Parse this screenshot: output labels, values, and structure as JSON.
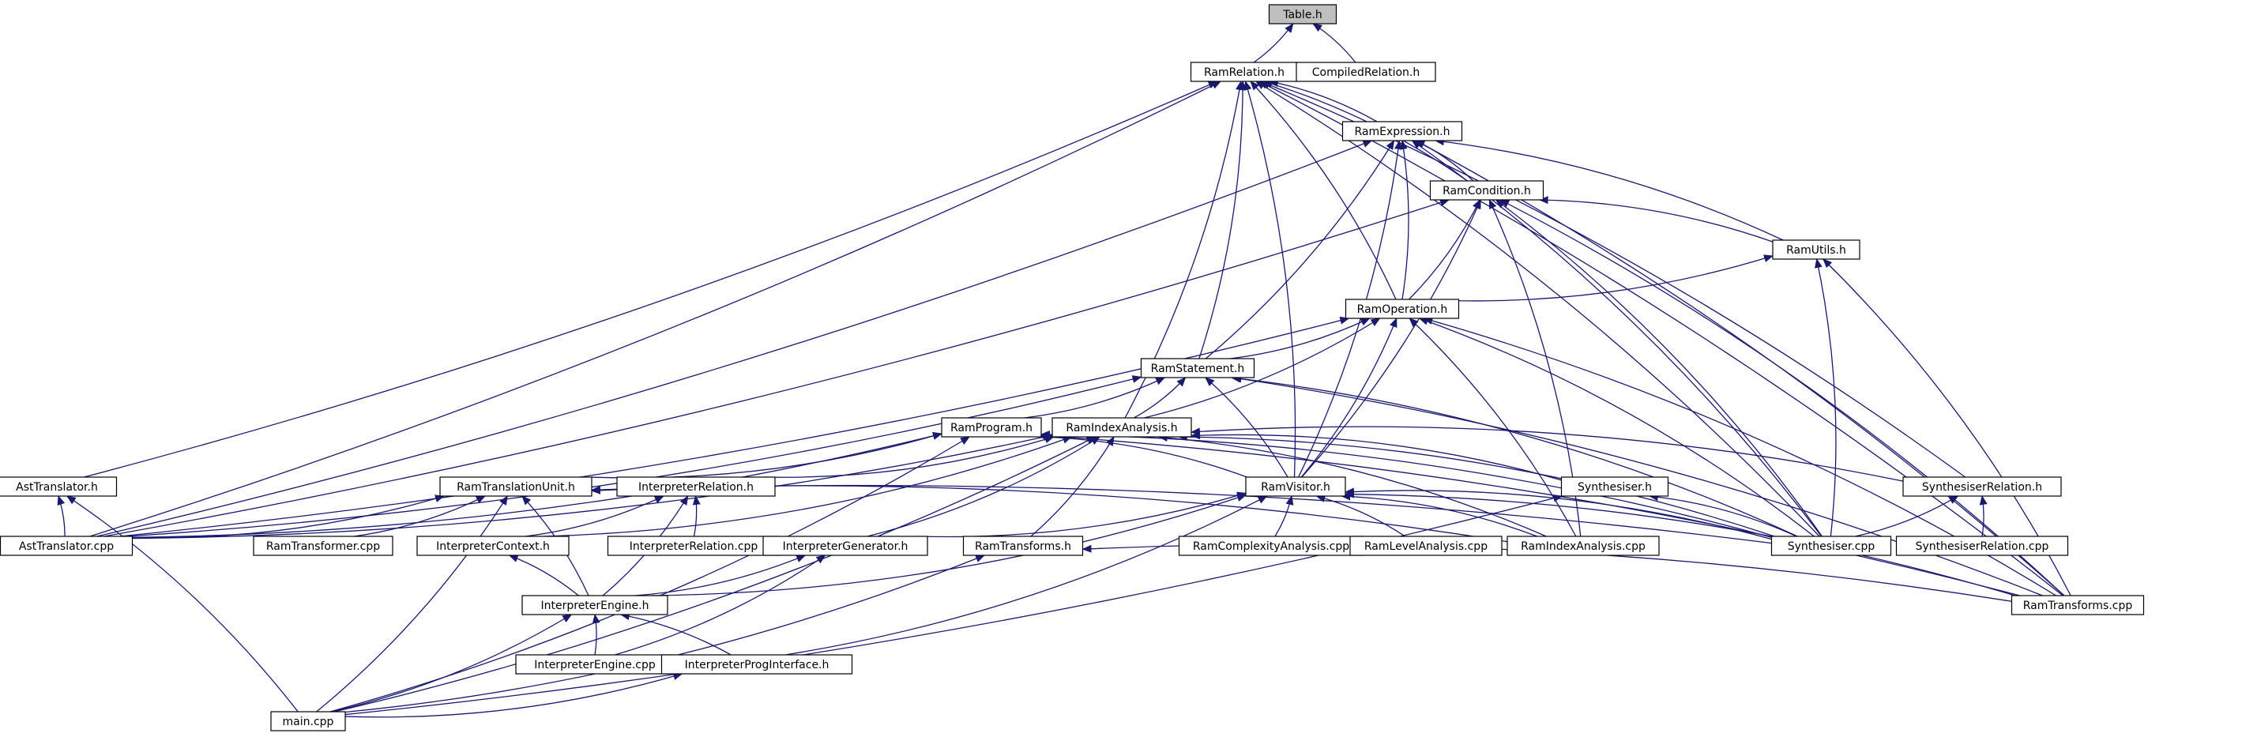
{
  "graph": {
    "style": {
      "edge_color": "#191970",
      "root_fill": "#bfbfbf",
      "node_fill": "#ffffff",
      "node_border": "#000000"
    },
    "nodes": [
      {
        "id": "table_h",
        "label": "Table.h",
        "root": true
      },
      {
        "id": "ramrelation_h",
        "label": "RamRelation.h"
      },
      {
        "id": "compiledrelation_h",
        "label": "CompiledRelation.h"
      },
      {
        "id": "ramexpression_h",
        "label": "RamExpression.h"
      },
      {
        "id": "ramcondition_h",
        "label": "RamCondition.h"
      },
      {
        "id": "ramutils_h",
        "label": "RamUtils.h"
      },
      {
        "id": "ramoperation_h",
        "label": "RamOperation.h"
      },
      {
        "id": "ramstatement_h",
        "label": "RamStatement.h"
      },
      {
        "id": "ramprogram_h",
        "label": "RamProgram.h"
      },
      {
        "id": "ramindexanalysis_h",
        "label": "RamIndexAnalysis.h"
      },
      {
        "id": "asttranslator_h",
        "label": "AstTranslator.h"
      },
      {
        "id": "ramtranslationunit_h",
        "label": "RamTranslationUnit.h"
      },
      {
        "id": "interpreterrelation_h",
        "label": "InterpreterRelation.h"
      },
      {
        "id": "ramvisitor_h",
        "label": "RamVisitor.h"
      },
      {
        "id": "synthesiser_h",
        "label": "Synthesiser.h"
      },
      {
        "id": "synthesiserrelation_h",
        "label": "SynthesiserRelation.h"
      },
      {
        "id": "asttranslator_cpp",
        "label": "AstTranslator.cpp"
      },
      {
        "id": "ramtransformer_cpp",
        "label": "RamTransformer.cpp"
      },
      {
        "id": "interpretercontext_h",
        "label": "InterpreterContext.h"
      },
      {
        "id": "interpreterrelation_cpp",
        "label": "InterpreterRelation.cpp"
      },
      {
        "id": "interpretergenerator_h",
        "label": "InterpreterGenerator.h"
      },
      {
        "id": "ramtransforms_h",
        "label": "RamTransforms.h"
      },
      {
        "id": "ramcomplexityanalysis_cpp",
        "label": "RamComplexityAnalysis.cpp"
      },
      {
        "id": "ramlevelanalysis_cpp",
        "label": "RamLevelAnalysis.cpp"
      },
      {
        "id": "ramindexanalysis_cpp",
        "label": "RamIndexAnalysis.cpp"
      },
      {
        "id": "synthesiser_cpp",
        "label": "Synthesiser.cpp"
      },
      {
        "id": "synthesiserrelation_cpp",
        "label": "SynthesiserRelation.cpp"
      },
      {
        "id": "interpreterengine_h",
        "label": "InterpreterEngine.h"
      },
      {
        "id": "ramtransforms_cpp",
        "label": "RamTransforms.cpp"
      },
      {
        "id": "interpreterengine_cpp",
        "label": "InterpreterEngine.cpp"
      },
      {
        "id": "interpreterproginterface_h",
        "label": "InterpreterProgInterface.h"
      },
      {
        "id": "main_cpp",
        "label": "main.cpp"
      }
    ],
    "edges": [
      [
        "ramrelation_h",
        "table_h"
      ],
      [
        "compiledrelation_h",
        "table_h"
      ],
      [
        "ramexpression_h",
        "ramrelation_h"
      ],
      [
        "ramcondition_h",
        "ramrelation_h"
      ],
      [
        "ramoperation_h",
        "ramrelation_h"
      ],
      [
        "ramstatement_h",
        "ramrelation_h"
      ],
      [
        "ramindexanalysis_h",
        "ramrelation_h"
      ],
      [
        "asttranslator_h",
        "ramrelation_h"
      ],
      [
        "asttranslator_cpp",
        "ramrelation_h"
      ],
      [
        "ramvisitor_h",
        "ramrelation_h"
      ],
      [
        "synthesiser_cpp",
        "ramrelation_h"
      ],
      [
        "synthesiserrelation_h",
        "ramrelation_h"
      ],
      [
        "ramtransforms_cpp",
        "ramrelation_h"
      ],
      [
        "ramcondition_h",
        "ramexpression_h"
      ],
      [
        "ramutils_h",
        "ramexpression_h"
      ],
      [
        "ramoperation_h",
        "ramexpression_h"
      ],
      [
        "ramstatement_h",
        "ramexpression_h"
      ],
      [
        "ramvisitor_h",
        "ramexpression_h"
      ],
      [
        "asttranslator_cpp",
        "ramexpression_h"
      ],
      [
        "synthesiser_cpp",
        "ramexpression_h"
      ],
      [
        "ramtransforms_cpp",
        "ramexpression_h"
      ],
      [
        "ramutils_h",
        "ramcondition_h"
      ],
      [
        "ramoperation_h",
        "ramcondition_h"
      ],
      [
        "ramvisitor_h",
        "ramcondition_h"
      ],
      [
        "asttranslator_cpp",
        "ramcondition_h"
      ],
      [
        "ramindexanalysis_cpp",
        "ramcondition_h"
      ],
      [
        "synthesiser_cpp",
        "ramcondition_h"
      ],
      [
        "ramtransforms_cpp",
        "ramcondition_h"
      ],
      [
        "ramoperation_h",
        "ramutils_h"
      ],
      [
        "synthesiser_cpp",
        "ramutils_h"
      ],
      [
        "ramtransforms_cpp",
        "ramutils_h"
      ],
      [
        "ramstatement_h",
        "ramoperation_h"
      ],
      [
        "ramindexanalysis_h",
        "ramoperation_h"
      ],
      [
        "ramvisitor_h",
        "ramoperation_h"
      ],
      [
        "asttranslator_cpp",
        "ramoperation_h"
      ],
      [
        "ramindexanalysis_cpp",
        "ramoperation_h"
      ],
      [
        "synthesiser_cpp",
        "ramoperation_h"
      ],
      [
        "ramtransforms_cpp",
        "ramoperation_h"
      ],
      [
        "ramprogram_h",
        "ramstatement_h"
      ],
      [
        "ramindexanalysis_h",
        "ramstatement_h"
      ],
      [
        "ramvisitor_h",
        "ramstatement_h"
      ],
      [
        "asttranslator_cpp",
        "ramstatement_h"
      ],
      [
        "synthesiser_cpp",
        "ramstatement_h"
      ],
      [
        "ramtransforms_cpp",
        "ramstatement_h"
      ],
      [
        "ramtranslationunit_h",
        "ramprogram_h"
      ],
      [
        "ramvisitor_h",
        "ramprogram_h"
      ],
      [
        "asttranslator_cpp",
        "ramprogram_h"
      ],
      [
        "main_cpp",
        "ramprogram_h"
      ],
      [
        "ramtransforms_cpp",
        "ramprogram_h"
      ],
      [
        "synthesiser_cpp",
        "ramprogram_h"
      ],
      [
        "interpreterrelation_h",
        "ramindexanalysis_h"
      ],
      [
        "interpretercontext_h",
        "ramindexanalysis_h"
      ],
      [
        "interpretergenerator_h",
        "ramindexanalysis_h"
      ],
      [
        "ramtransforms_h",
        "ramindexanalysis_h"
      ],
      [
        "ramindexanalysis_cpp",
        "ramindexanalysis_h"
      ],
      [
        "synthesiser_h",
        "ramindexanalysis_h"
      ],
      [
        "synthesiser_cpp",
        "ramindexanalysis_h"
      ],
      [
        "synthesiserrelation_h",
        "ramindexanalysis_h"
      ],
      [
        "asttranslator_cpp",
        "ramindexanalysis_h"
      ],
      [
        "main_cpp",
        "ramindexanalysis_h"
      ],
      [
        "asttranslator_cpp",
        "asttranslator_h"
      ],
      [
        "main_cpp",
        "asttranslator_h"
      ],
      [
        "asttranslator_cpp",
        "ramtranslationunit_h"
      ],
      [
        "ramtransformer_cpp",
        "ramtranslationunit_h"
      ],
      [
        "interpreterengine_h",
        "ramtranslationunit_h"
      ],
      [
        "main_cpp",
        "ramtranslationunit_h"
      ],
      [
        "ramindexanalysis_cpp",
        "ramtranslationunit_h"
      ],
      [
        "synthesiser_cpp",
        "ramtranslationunit_h"
      ],
      [
        "interpretercontext_h",
        "interpreterrelation_h"
      ],
      [
        "interpreterrelation_cpp",
        "interpreterrelation_h"
      ],
      [
        "interpreterengine_h",
        "interpreterrelation_h"
      ],
      [
        "interpretergenerator_h",
        "ramvisitor_h"
      ],
      [
        "ramcomplexityanalysis_cpp",
        "ramvisitor_h"
      ],
      [
        "ramlevelanalysis_cpp",
        "ramvisitor_h"
      ],
      [
        "ramindexanalysis_cpp",
        "ramvisitor_h"
      ],
      [
        "synthesiser_cpp",
        "ramvisitor_h"
      ],
      [
        "ramtransforms_cpp",
        "ramvisitor_h"
      ],
      [
        "interpreterengine_h",
        "ramvisitor_h"
      ],
      [
        "interpreterproginterface_h",
        "ramvisitor_h"
      ],
      [
        "synthesiser_cpp",
        "synthesiser_h"
      ],
      [
        "main_cpp",
        "synthesiser_h"
      ],
      [
        "synthesiser_cpp",
        "synthesiserrelation_h"
      ],
      [
        "synthesiserrelation_cpp",
        "synthesiserrelation_h"
      ],
      [
        "interpreterengine_h",
        "interpretercontext_h"
      ],
      [
        "interpreterengine_h",
        "interpretergenerator_h"
      ],
      [
        "interpreterengine_cpp",
        "interpretergenerator_h"
      ],
      [
        "ramtransforms_cpp",
        "ramtransforms_h"
      ],
      [
        "main_cpp",
        "ramtransforms_h"
      ],
      [
        "interpreterengine_cpp",
        "interpreterengine_h"
      ],
      [
        "interpreterproginterface_h",
        "interpreterengine_h"
      ],
      [
        "main_cpp",
        "interpreterengine_h"
      ],
      [
        "main_cpp",
        "interpreterproginterface_h"
      ]
    ]
  }
}
